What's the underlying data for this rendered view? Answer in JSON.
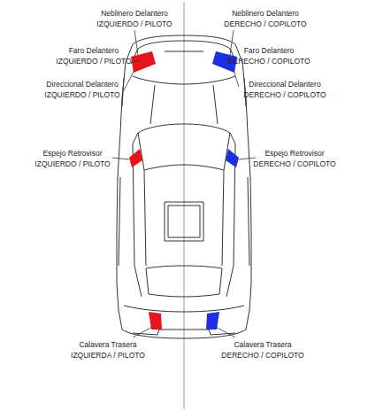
{
  "diagram": {
    "labels": [
      "Neblinero Delantero",
      "IZQUIERDO / PILOTO",
      "Faro Delantero",
      "IZQUIERDO / PILOTO",
      "Direccional Delantero",
      "IZQUIERDO / PILOTO",
      "Espejo Retrovisor",
      "IZQUIERDO / PILOTO",
      "Calavera Trasera",
      "IZQUIERDA / PILOTO",
      "Neblinero Delantero",
      "DERECHO / COPILOTO",
      "Faro Delantero",
      "DERECHO / COPILOTO",
      "Direccional Delantero",
      "DERECHO / COPILOTO",
      "Espejo Retrovisor",
      "DERECHO / COPILOTO",
      "Calavera Trasera",
      "DERECHO / COPILOTO"
    ]
  }
}
